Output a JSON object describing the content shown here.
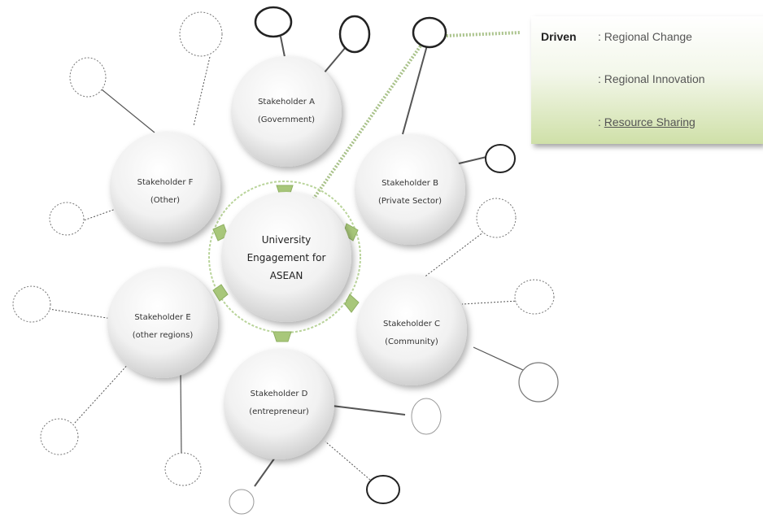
{
  "center": {
    "line1": "University",
    "line2": "Engagement for",
    "line3": "ASEAN"
  },
  "stakeholders": [
    {
      "name": "Stakeholder A",
      "group": "(Government)"
    },
    {
      "name": "Stakeholder B",
      "group": "(Private Sector)"
    },
    {
      "name": "Stakeholder C",
      "group": "(Community)"
    },
    {
      "name": "Stakeholder D",
      "group": "(entrepreneur)"
    },
    {
      "name": "Stakeholder E",
      "group": "(other regions)"
    },
    {
      "name": "Stakeholder F",
      "group": "(Other)"
    }
  ],
  "legend": {
    "title": "Driven",
    "item1": ": Regional Change",
    "item2": ": Regional Innovation",
    "item3_prefix": ": ",
    "item3_link": "Resource  Sharing"
  },
  "colors": {
    "arrow_green": "#a8c77a",
    "ring_green": "#b9d49a",
    "legend_gradient_end": "#cfe0a8"
  }
}
